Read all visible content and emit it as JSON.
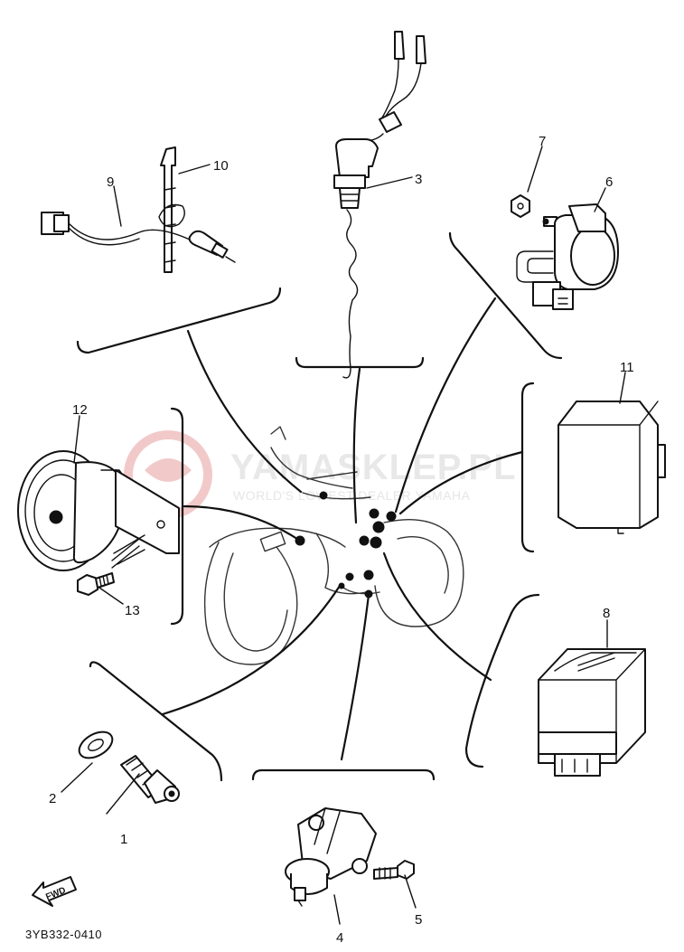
{
  "diagram_code": "3YB332-0410",
  "direction_label": "FWD",
  "watermark": {
    "title": "YAMASKLEP.PL",
    "subtitle": "WORLD'S LOWEST DEALER YAMAHA",
    "logo_color": "#f2c9c9"
  },
  "callouts": [
    {
      "id": "1",
      "label": "1"
    },
    {
      "id": "2",
      "label": "2"
    },
    {
      "id": "3",
      "label": "3"
    },
    {
      "id": "4",
      "label": "4"
    },
    {
      "id": "5",
      "label": "5"
    },
    {
      "id": "6",
      "label": "6"
    },
    {
      "id": "7",
      "label": "7"
    },
    {
      "id": "8",
      "label": "8"
    },
    {
      "id": "9",
      "label": "9"
    },
    {
      "id": "10",
      "label": "10"
    },
    {
      "id": "11",
      "label": "11"
    },
    {
      "id": "12",
      "label": "12"
    },
    {
      "id": "13",
      "label": "13"
    }
  ]
}
